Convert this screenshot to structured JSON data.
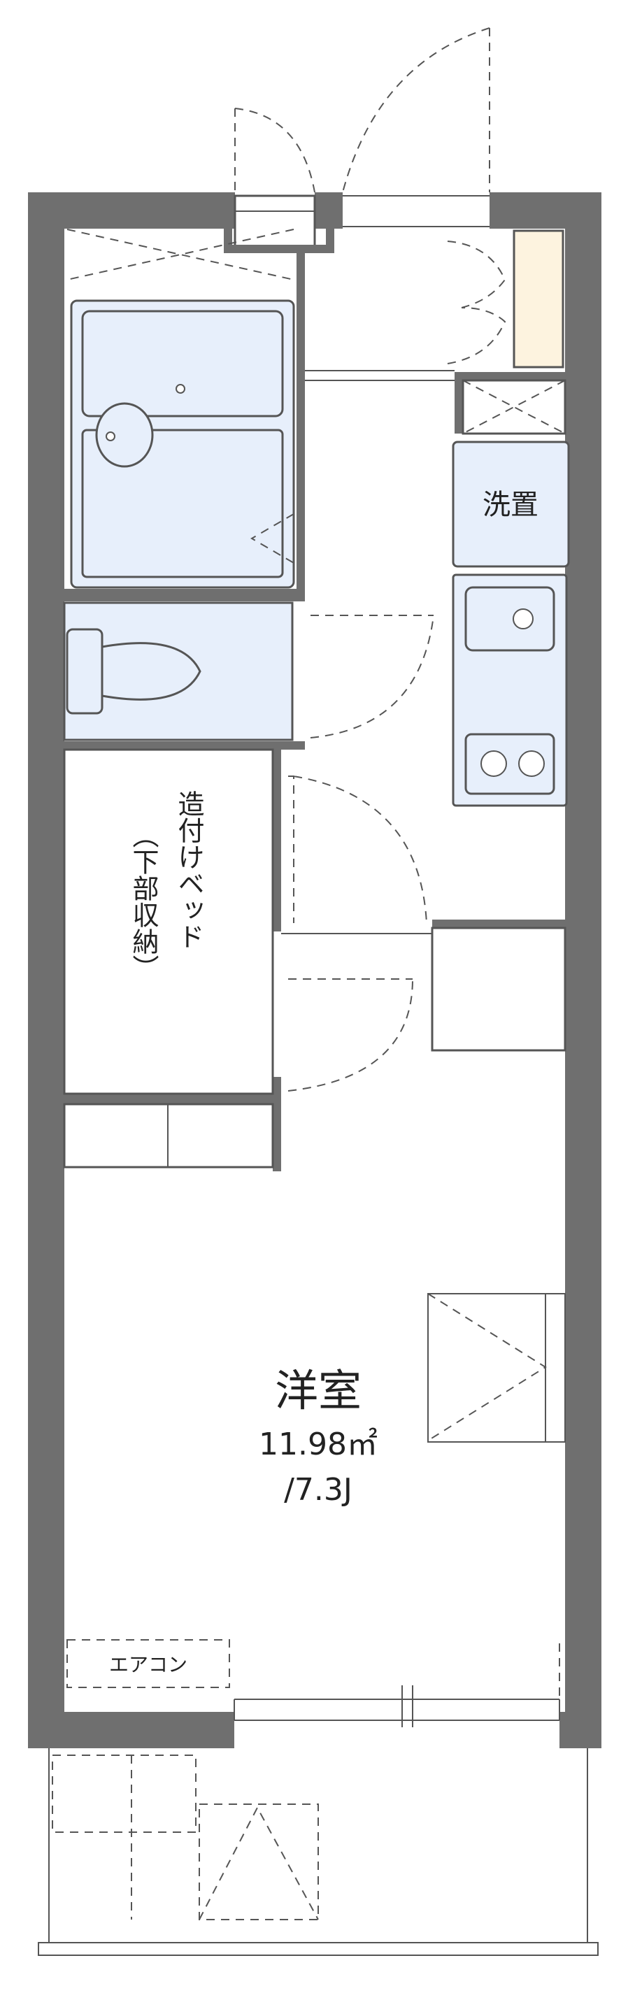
{
  "rooms": {
    "laundry_label": "洗置",
    "bed_label_line1": "造付けベッド",
    "bed_label_line2": "（下部収納）",
    "main_room_name": "洋室",
    "main_room_area": "11.98㎡",
    "main_room_jo": "/7.3J",
    "aircon_label": "エアコン"
  },
  "colors": {
    "wall": "#6f6f6f",
    "fixture_fill": "#e7effb",
    "storage_fill": "#fdf3df",
    "line": "#555555"
  }
}
